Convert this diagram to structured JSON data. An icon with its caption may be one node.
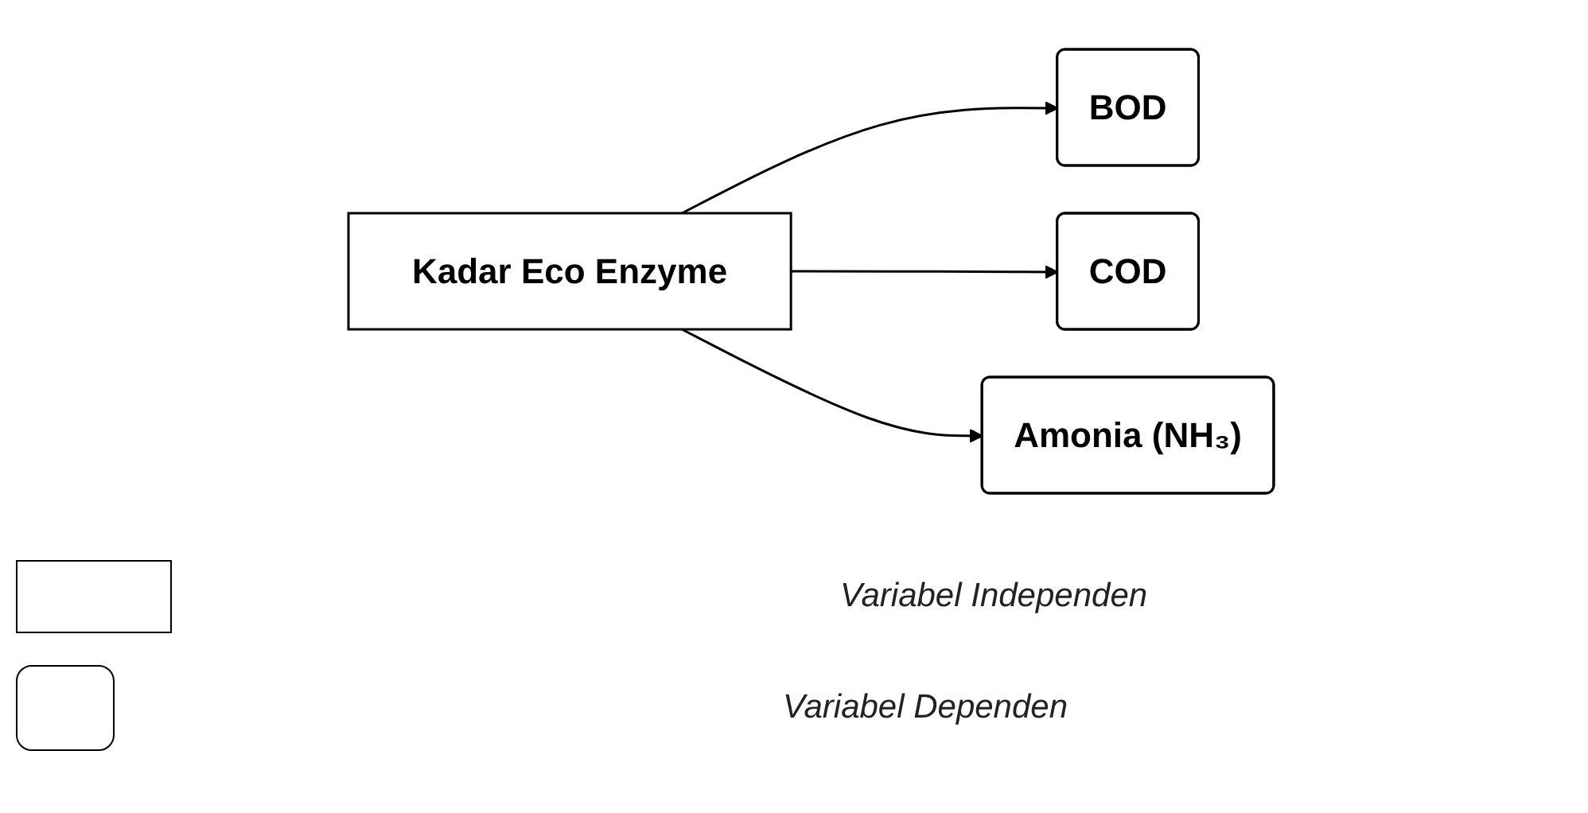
{
  "diagram": {
    "nodes": [
      {
        "text": [
          "Kadar Eco Enzyme"
        ]
      },
      {
        "text": [
          "BOD"
        ]
      },
      {
        "text": [
          "COD"
        ]
      },
      {
        "text": [
          "Amonia (NH₃)"
        ]
      }
    ],
    "edges": [
      {
        "from": 0,
        "to": 1,
        "arrow": "to"
      },
      {
        "from": 0,
        "to": 2,
        "arrow": "to"
      },
      {
        "from": 0,
        "to": 3,
        "arrow": "to"
      }
    ],
    "legend": [
      {
        "text": "Variabel Independen"
      },
      {
        "text": "Variabel Dependen"
      }
    ]
  }
}
